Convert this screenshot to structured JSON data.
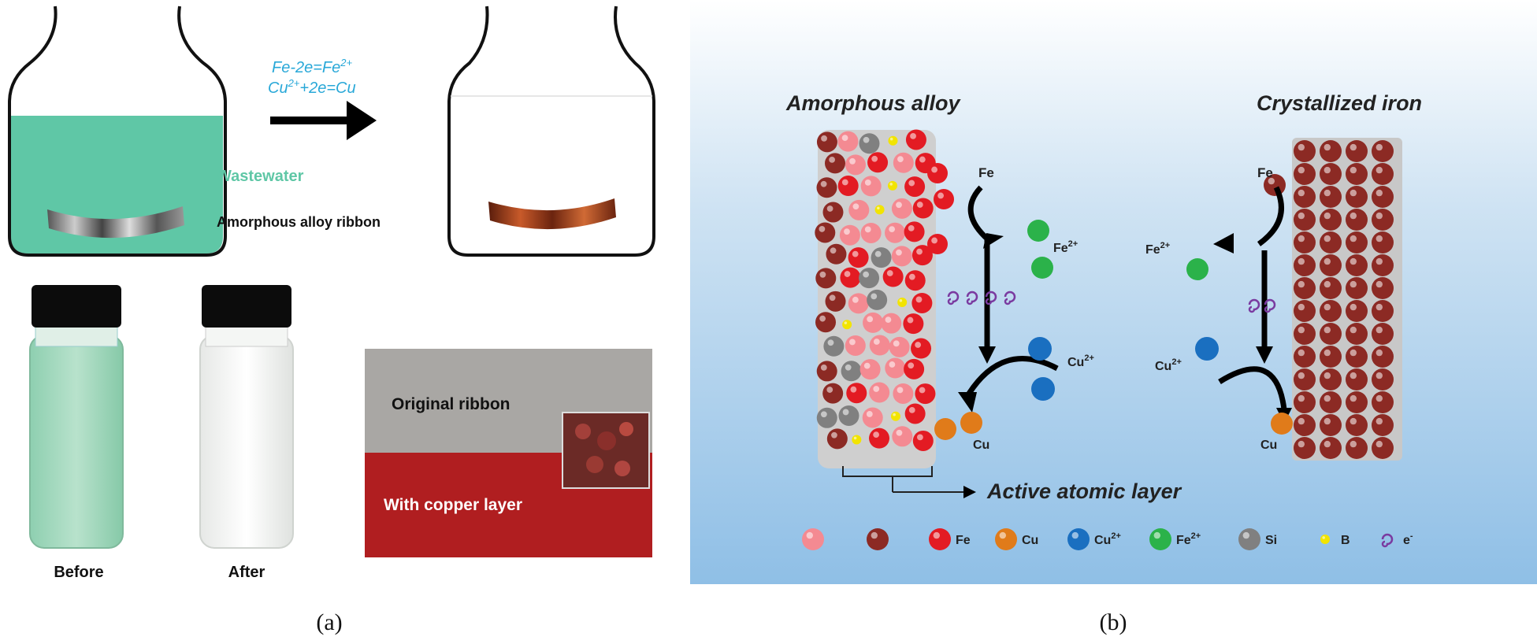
{
  "panel_a": {
    "eq1": "Fe-2e=Fe",
    "eq1_sup": "2+",
    "eq2_pre": "Cu",
    "eq2_sup": "2+",
    "eq2_post": "+2e=Cu",
    "wastewater": "Wastewater",
    "ribbon": "Amorphous alloy ribbon",
    "before": "Before",
    "after": "After",
    "original_ribbon": "Original ribbon",
    "copper_layer": "With copper layer",
    "caption": "(a)"
  },
  "panel_b": {
    "amorphous_title": "Amorphous alloy",
    "crystal_title": "Crystallized iron",
    "fe_left": "Fe",
    "fe2_left": "Fe",
    "fe2_left_sup": "2+",
    "cu2_left": "Cu",
    "cu2_left_sup": "2+",
    "cu_left": "Cu",
    "fe_right": "Fe",
    "fe2_right": "Fe",
    "fe2_right_sup": "2+",
    "cu2_right": "Cu",
    "cu2_right_sup": "2+",
    "cu_right": "Cu",
    "active_layer": "Active atomic layer",
    "legend": [
      {
        "label": "",
        "color": "#f48a92"
      },
      {
        "label": "",
        "color": "#8c2a24"
      },
      {
        "label": "Fe",
        "color": "#e31b23"
      },
      {
        "label": "Cu",
        "color": "#e07b1a"
      },
      {
        "label": "Cu",
        "sup": "2+",
        "color": "#1a6fc0"
      },
      {
        "label": "Fe",
        "sup": "2+",
        "color": "#2bb24a"
      },
      {
        "label": "Si",
        "color": "#808080"
      },
      {
        "label": "B",
        "color": "#f2e400"
      },
      {
        "label": "e",
        "sup": "-",
        "color": "#7a3aa0"
      }
    ],
    "caption": "(b)"
  }
}
